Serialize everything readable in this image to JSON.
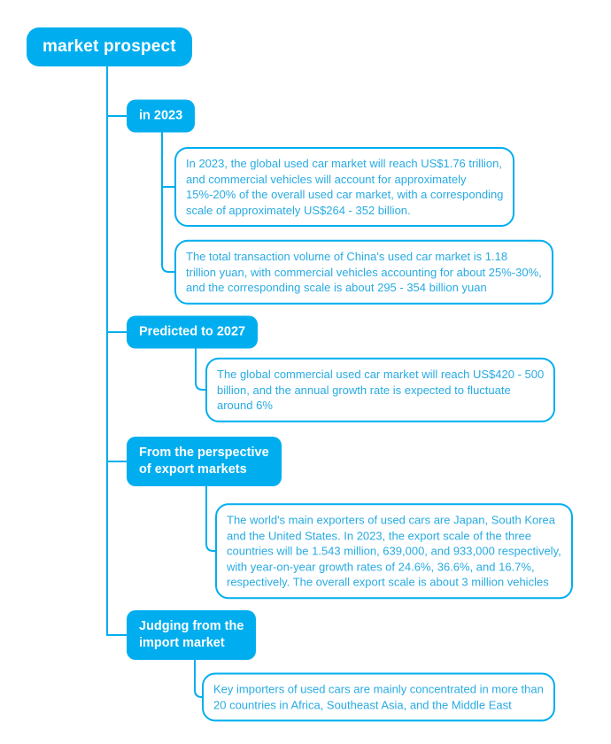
{
  "diagram": {
    "root_label": "market prospect",
    "branches": [
      {
        "label": "in 2023",
        "leaves": [
          "In 2023, the global used car market will reach US$1.76 trillion,\nand commercial vehicles will account for approximately\n15%-20% of the overall used car market, with a corresponding\nscale of approximately US$264 - 352 billion.",
          "The total transaction volume of China's used car market is 1.18\ntrillion yuan, with commercial vehicles accounting for about 25%-30%,\nand the corresponding scale is about 295 - 354 billion yuan"
        ]
      },
      {
        "label": "Predicted to 2027",
        "leaves": [
          "The global commercial used car market will reach US$420 - 500\nbillion, and the annual growth rate is expected to fluctuate\naround 6%"
        ]
      },
      {
        "label": "From the perspective\nof export markets",
        "leaves": [
          "The world's main exporters of used cars are Japan, South Korea\nand the United States. In 2023, the export scale of the three\ncountries will be 1.543 million, 639,000, and 933,000 respectively,\nwith year-on-year growth rates of 24.6%, 36.6%, and 16.7%,\nrespectively. The overall export scale is about 3 million vehicles"
        ]
      },
      {
        "label": "Judging from the\nimport market",
        "leaves": [
          "Key importers of used cars are mainly concentrated in more than\n20 countries in Africa, Southeast Asia, and the Middle East"
        ]
      }
    ],
    "colors": {
      "accent": "#00AEEF",
      "leaf_text": "#29ABE2",
      "background": "#FFFFFF"
    }
  }
}
